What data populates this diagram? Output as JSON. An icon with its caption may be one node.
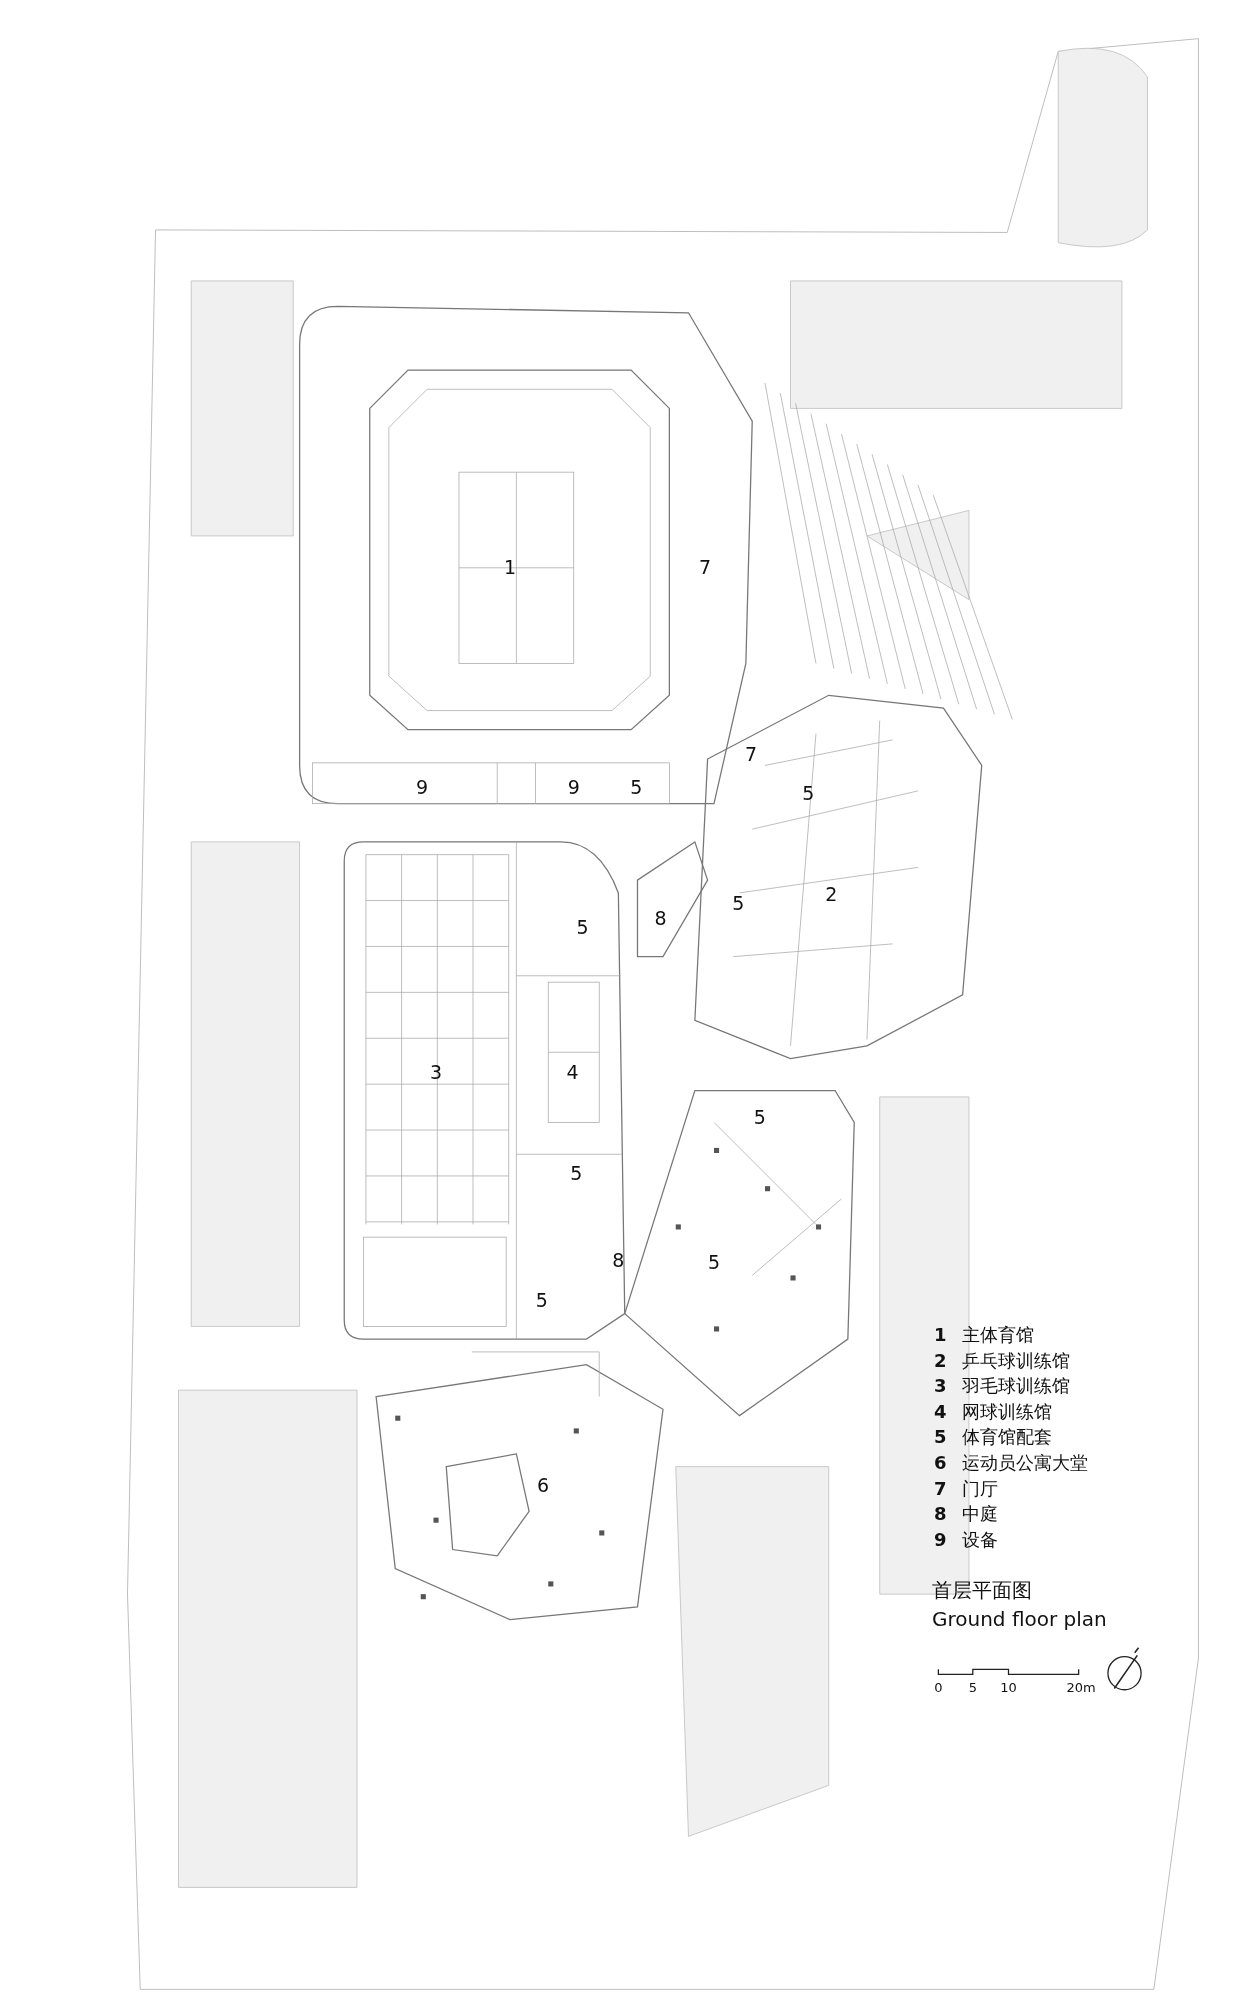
{
  "diagram": {
    "title": "首层平面图",
    "caption": "Ground floor plan",
    "labels": [
      "1",
      "7",
      "7",
      "9",
      "9",
      "5",
      "5",
      "2",
      "5",
      "8",
      "5",
      "3",
      "4",
      "5",
      "5",
      "8",
      "5",
      "5",
      "6",
      "1",
      "主体育馆",
      "2",
      "乒乓球训练馆",
      "3",
      "羽毛球训练馆",
      "4",
      "网球训练馆",
      "5",
      "体育馆配套",
      "6",
      "运动员公寓大堂",
      "7",
      "门厅",
      "8",
      "中庭",
      "9",
      "设备",
      "0",
      "5",
      "10",
      "20m"
    ]
  }
}
